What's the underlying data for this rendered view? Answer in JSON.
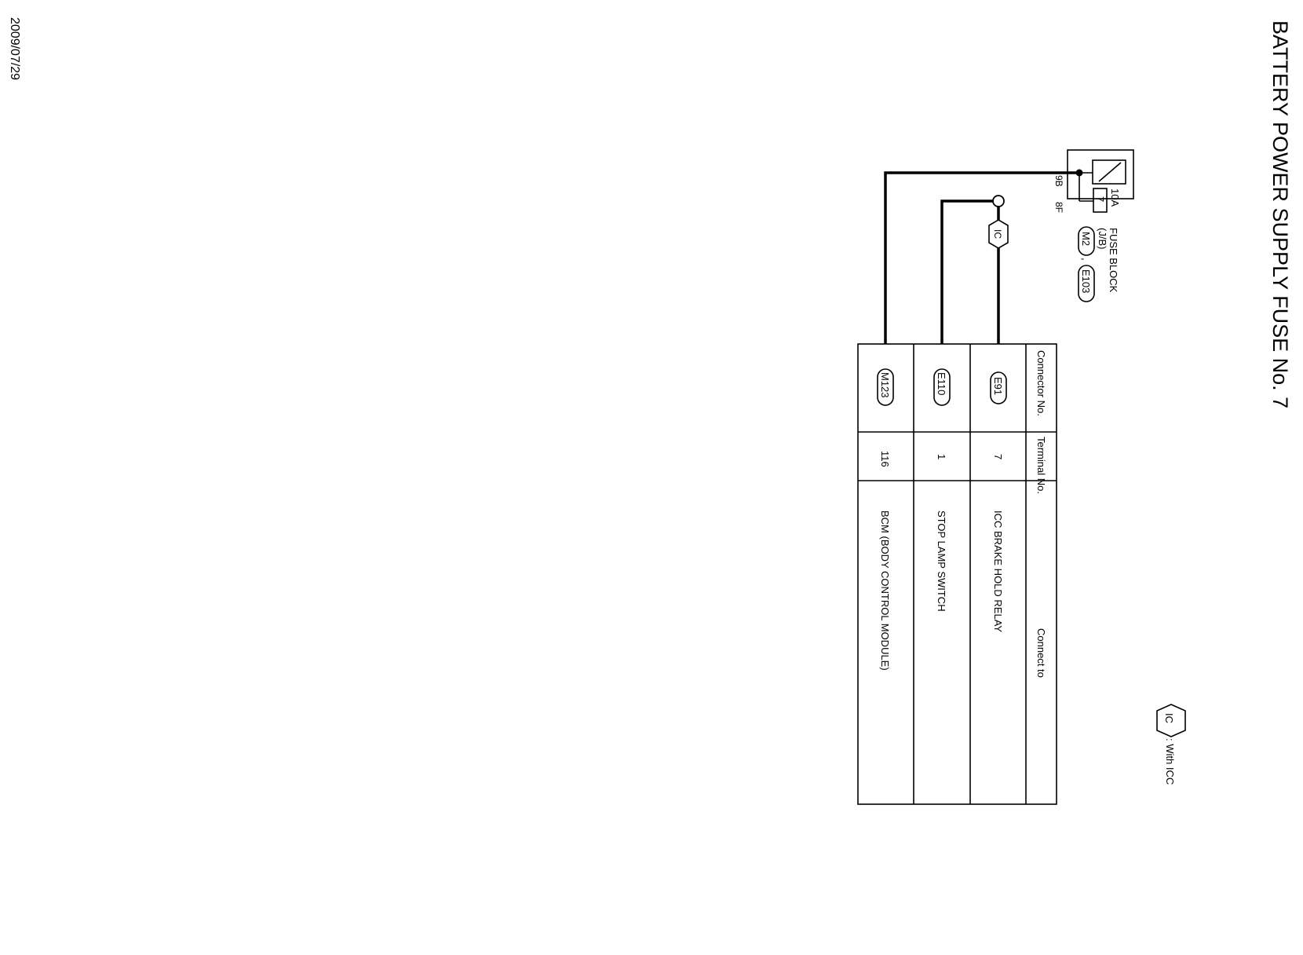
{
  "header": {
    "title": "BATTERY POWER SUPPLY FUSE No. 7",
    "date": "2009/07/29"
  },
  "legend": {
    "option_code": "IC",
    "option_label": ": With ICC"
  },
  "fuse_block": {
    "fuse_rating": "10A",
    "fuse_number": "7",
    "name_line1": "FUSE  BLOCK",
    "name_line2": "(J/B)",
    "connector_a": "M2",
    "separator": ",",
    "connector_b": "E103",
    "terminal_a": "9B",
    "terminal_b": "8F"
  },
  "wire_option_tag": "IC",
  "table": {
    "headers": {
      "connector": "Connector No.",
      "terminal": "Terminal No.",
      "connect_to": "Connect to"
    },
    "rows": [
      {
        "connector": "E91",
        "terminal": "7",
        "connect_to": "ICC BRAKE HOLD RELAY"
      },
      {
        "connector": "E110",
        "terminal": "1",
        "connect_to": "STOP LAMP SWITCH"
      },
      {
        "connector": "M123",
        "terminal": "116",
        "connect_to": "BCM (BODY CONTROL MODULE)"
      }
    ]
  }
}
